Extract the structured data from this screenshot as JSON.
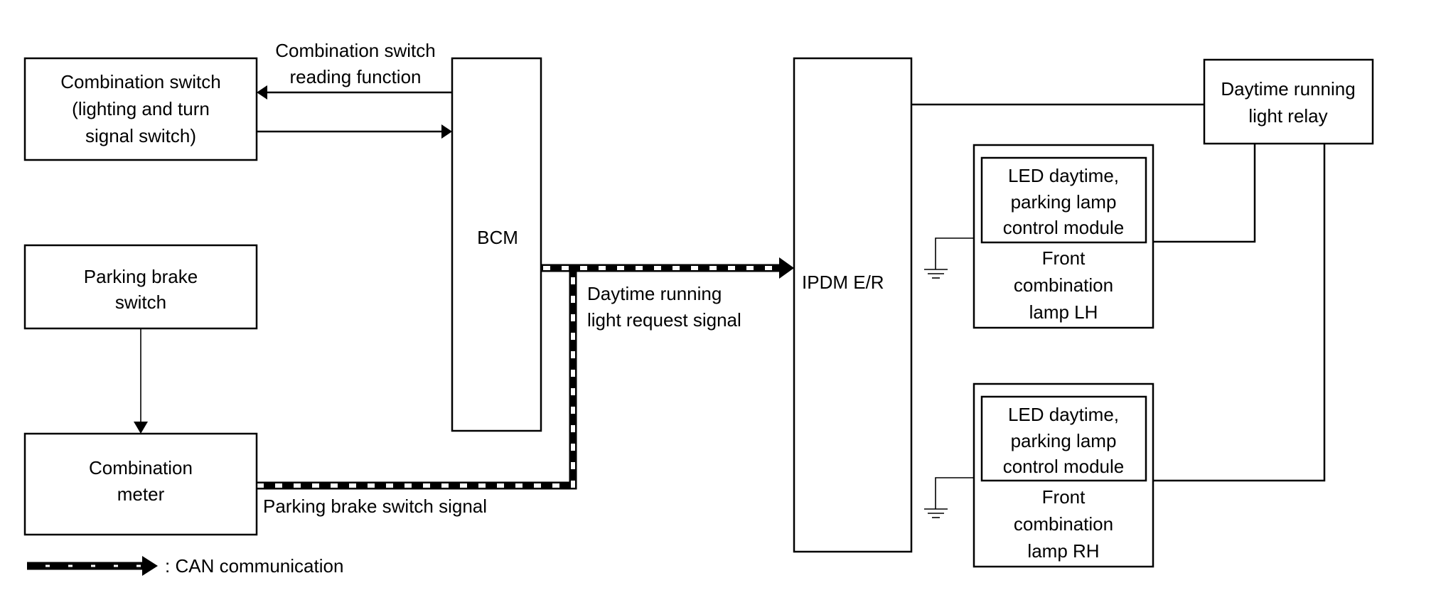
{
  "diagram": {
    "type": "block-diagram",
    "blocks": {
      "combination_switch": {
        "lines": [
          "Combination switch",
          "(lighting and turn",
          "signal switch)"
        ]
      },
      "parking_brake_switch": {
        "lines": [
          "Parking brake",
          "switch"
        ]
      },
      "combination_meter": {
        "lines": [
          "Combination",
          "meter"
        ]
      },
      "bcm": {
        "label": "BCM"
      },
      "ipdm": {
        "label": "IPDM E/R"
      },
      "drl_relay": {
        "lines": [
          "Daytime running",
          "light relay"
        ]
      },
      "lamp_lh": {
        "module_lines": [
          "LED daytime,",
          "parking lamp",
          "control module"
        ],
        "lines": [
          "Front",
          "combination",
          "lamp LH"
        ]
      },
      "lamp_rh": {
        "module_lines": [
          "LED daytime,",
          "parking lamp",
          "control module"
        ],
        "lines": [
          "Front",
          "combination",
          "lamp RH"
        ]
      }
    },
    "signals": {
      "combination_switch_reading": [
        "Combination switch",
        "reading function"
      ],
      "drl_request": [
        "Daytime running",
        "light request signal"
      ],
      "parking_brake_signal": "Parking brake switch signal"
    },
    "legend": {
      "can_label": ": CAN communication"
    },
    "connections": [
      {
        "from": "bcm",
        "to": "combination_switch",
        "kind": "wire-arrow"
      },
      {
        "from": "combination_switch",
        "to": "bcm",
        "kind": "wire-arrow"
      },
      {
        "from": "parking_brake_switch",
        "to": "combination_meter",
        "kind": "wire-arrow"
      },
      {
        "from": "combination_meter",
        "to": "ipdm",
        "kind": "CAN",
        "signal": "Parking brake switch signal"
      },
      {
        "from": "bcm",
        "to": "ipdm",
        "kind": "CAN",
        "signal": "Daytime running light request signal"
      },
      {
        "from": "ipdm",
        "to": "drl_relay",
        "kind": "wire"
      },
      {
        "from": "drl_relay",
        "to": "lamp_lh",
        "kind": "wire"
      },
      {
        "from": "drl_relay",
        "to": "lamp_rh",
        "kind": "wire"
      },
      {
        "from": "lamp_lh",
        "to": "ground",
        "kind": "ground"
      },
      {
        "from": "lamp_rh",
        "to": "ground",
        "kind": "ground"
      }
    ]
  }
}
